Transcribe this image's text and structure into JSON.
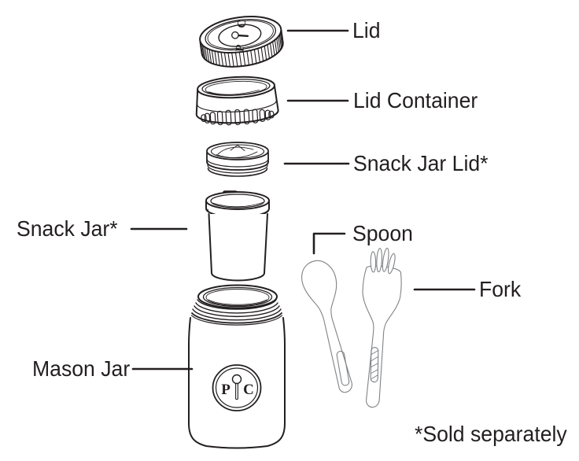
{
  "figure": {
    "parts": {
      "lid": {
        "label": "Lid"
      },
      "lid_container": {
        "label": "Lid Container"
      },
      "snack_jar_lid": {
        "label": "Snack Jar Lid*"
      },
      "snack_jar": {
        "label": "Snack Jar*"
      },
      "spoon": {
        "label": "Spoon"
      },
      "fork": {
        "label": "Fork"
      },
      "mason_jar": {
        "label": "Mason Jar"
      }
    },
    "footnote": "*Sold separately",
    "logo": {
      "p": "P",
      "c": "C"
    },
    "colors": {
      "ink": "#231f20",
      "utensil_line": "#808285",
      "background": "#ffffff"
    }
  }
}
